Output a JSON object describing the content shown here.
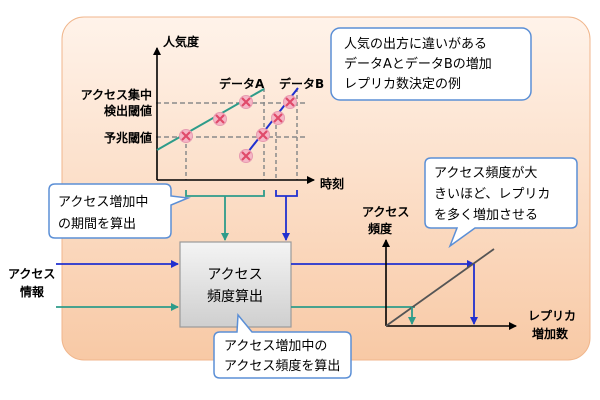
{
  "diagram": {
    "note_top": [
      "人気の出方に違いがある",
      "データAとデータBの増加",
      "レプリカ数決定の例"
    ],
    "graph1": {
      "y_label": "人気度",
      "x_label": "時刻",
      "threshold_high": [
        "アクセス集中",
        "検出閾値"
      ],
      "threshold_low": "予兆閾値",
      "series_a": "データA",
      "series_b": "データB"
    },
    "callout_period": [
      "アクセス増加中",
      "の期間を算出"
    ],
    "input_label": [
      "アクセス",
      "情報"
    ],
    "process_box": [
      "アクセス",
      "頻度算出"
    ],
    "callout_frequency": [
      "アクセス増加中の",
      "アクセス頻度を算出"
    ],
    "graph2": {
      "y_label": [
        "アクセス",
        "頻度"
      ],
      "x_label": [
        "レプリカ",
        "増加数"
      ]
    },
    "note_right": [
      "アクセス頻度が大",
      "きいほど、レプリカ",
      "を多く増加させる"
    ]
  },
  "colors": {
    "panel_top": "#fff3ea",
    "panel_bottom": "#f8c9a5",
    "series_a": "#2e9c8a",
    "series_b": "#2030d0",
    "marker_fill": "#f5b6c6",
    "marker_x": "#e04a6a",
    "callout_border": "#5b8fd6"
  }
}
